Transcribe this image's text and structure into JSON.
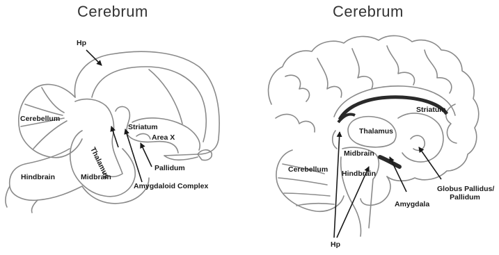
{
  "left_panel": {
    "title": "Cerebrum",
    "labels": {
      "hp": "Hp",
      "cerebellum": "Cerebellum",
      "striatum": "Striatum",
      "area_x": "Area X",
      "thalamus": "Thalamus",
      "pallidum": "Pallidum",
      "hindbrain": "Hindbrain",
      "midbrain": "Midbrain",
      "amygdaloid_complex": "Amygdaloid Complex"
    }
  },
  "right_panel": {
    "title": "Cerebrum",
    "labels": {
      "striatum": "Striatum",
      "thalamus": "Thalamus",
      "midbrain": "Midbrain",
      "cerebellum": "Cerebellum",
      "hindbrain": "Hindbrain",
      "amygdala": "Amygdala",
      "globus_pallidus_line1": "Globus Pallidus/",
      "globus_pallidus_line2": "Pallidum",
      "hp": "Hp"
    }
  },
  "colors": {
    "outline": "#8a8a8a",
    "label": "#1a1a1a",
    "shading": "#2a2a2a"
  }
}
